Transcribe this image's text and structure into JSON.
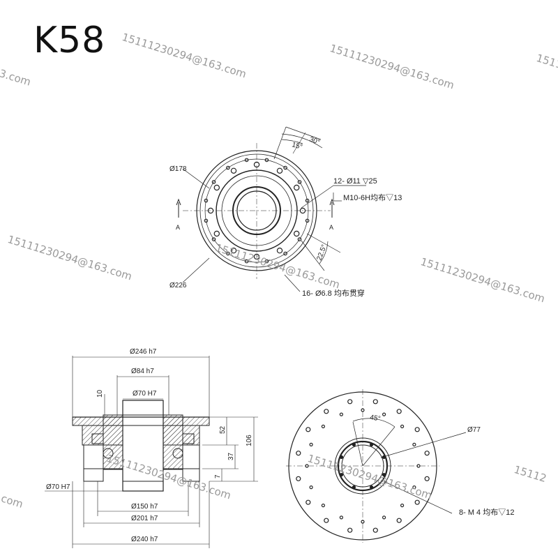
{
  "title": "K58",
  "watermark": "15111230294@163.com",
  "watermark_partial": {
    "left": "3.com",
    "left_lower": ".com",
    "right": "15112",
    "right_lower": "15112"
  },
  "colors": {
    "line": "#222222",
    "watermark": "#9a9a9a",
    "dim": "#333333"
  },
  "top_view": {
    "dims": {
      "outer": "Ø178",
      "outer2": "Ø226",
      "angle_outer": "30°",
      "angle_inner": "15°",
      "angle_side": "22.5°",
      "holes_1": "12-  Ø11 ▽25",
      "holes_2": "M10-6H均布▽13",
      "holes_3": "16-  Ø6.8 均布贯穿",
      "section_mark": "A"
    }
  },
  "section_view": {
    "dims": {
      "d246": "Ø246 h7",
      "d84": "Ø84 h7",
      "d70": "Ø70 H7",
      "d70_left": "Ø70 H7",
      "d150": "Ø150 h7",
      "d201": "Ø201 h7",
      "d240": "Ø240 h7",
      "h10": "10",
      "h52": "52",
      "h106": "106",
      "h37": "37",
      "h7": "7"
    }
  },
  "bottom_view": {
    "dims": {
      "angle": "45°",
      "d77": "Ø77",
      "holes": "8-  M 4  均布▽12"
    }
  }
}
